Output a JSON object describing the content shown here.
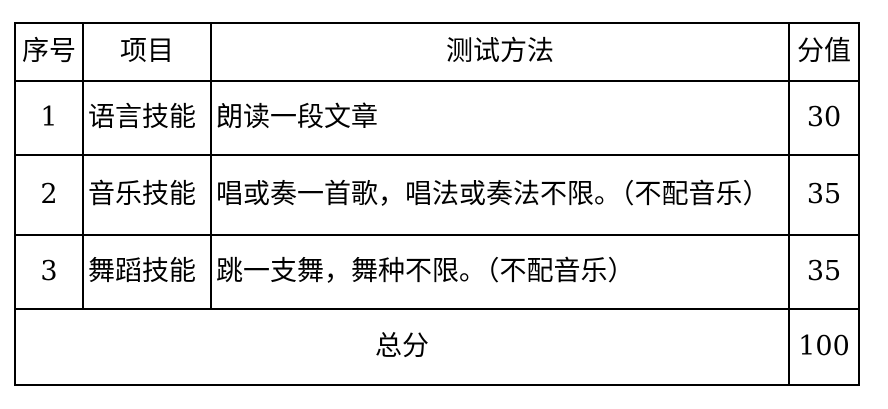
{
  "header": {
    "seq": "序号",
    "item": "项目",
    "method": "测试方法",
    "score": "分值"
  },
  "rows": [
    {
      "seq": "1",
      "item": "语言技能",
      "method": "朗读一段文章",
      "score": "30"
    },
    {
      "seq": "2",
      "item": "音乐技能",
      "method": "唱或奏一首歌，唱法或奏法不限。（不配音乐）",
      "score": "35"
    },
    {
      "seq": "3",
      "item": "舞蹈技能",
      "method": "跳一支舞，舞种不限。（不配音乐）",
      "score": "35"
    }
  ],
  "total": {
    "label": "总分",
    "score": "100"
  }
}
